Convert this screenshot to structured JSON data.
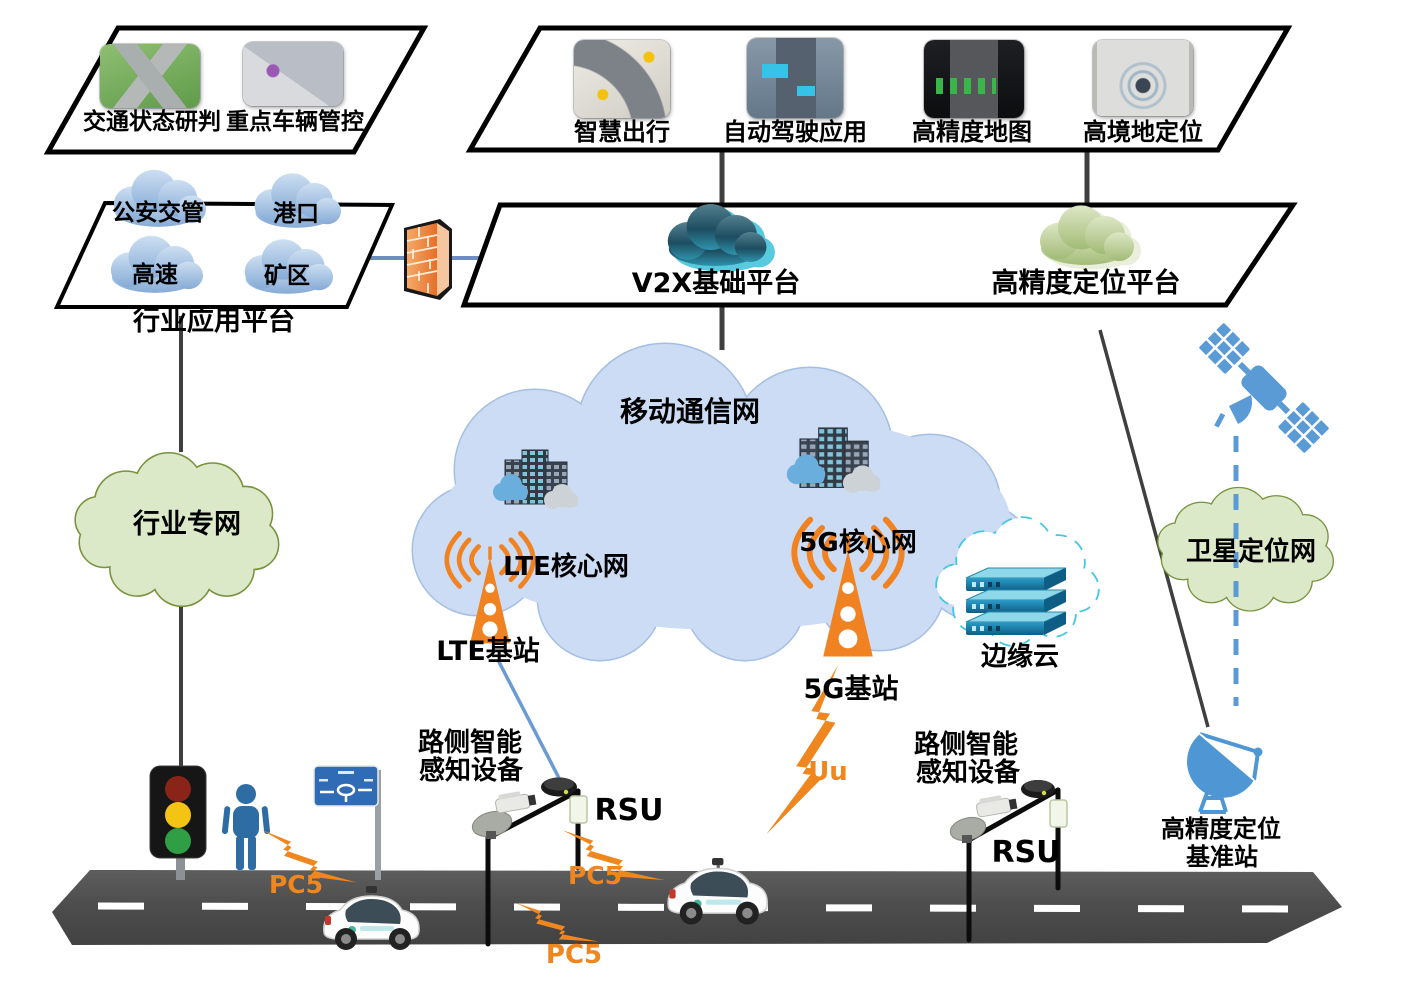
{
  "top_left_panel": {
    "items": [
      {
        "label": "交通状态研判"
      },
      {
        "label": "重点车辆管控"
      }
    ]
  },
  "top_right_panel": {
    "items": [
      {
        "label": "智慧出行"
      },
      {
        "label": "自动驾驶应用"
      },
      {
        "label": "高精度地图"
      },
      {
        "label": "高境地定位"
      }
    ]
  },
  "industry_panel": {
    "clouds": [
      {
        "label": "公安交管"
      },
      {
        "label": "港口"
      },
      {
        "label": "高速"
      },
      {
        "label": "矿区"
      }
    ],
    "label": "行业应用平台"
  },
  "platform_panel": {
    "v2x_label": "V2X基础平台",
    "positioning_label": "高精度定位平台"
  },
  "mobile_network": {
    "title": "移动通信网",
    "lte_core": "LTE核心网",
    "five_g_core": "5G核心网",
    "lte_station": "LTE基站",
    "five_g_station": "5G基站"
  },
  "edge_cloud": {
    "label": "边缘云"
  },
  "industry_network": {
    "label": "行业专网"
  },
  "satellite_network": {
    "label": "卫星定位网"
  },
  "gnss_base_station": {
    "line1": "高精度定位",
    "line2": "基准站"
  },
  "roadside_left": {
    "line1": "路侧智能",
    "line2": "感知设备",
    "rsu_label": "RSU"
  },
  "roadside_right": {
    "line1": "路侧智能",
    "line2": "感知设备",
    "rsu_label": "RSU"
  },
  "interfaces": {
    "pc5_person": "PC5",
    "pc5_rsu": "PC5",
    "pc5_v2v": "PC5",
    "uu": "Uu"
  },
  "colors": {
    "orange": "#f0861e",
    "icon_blue": "#5b9bd5",
    "link_blue": "#6d8fbf",
    "mobile_cloud_fill": "#cbdcf4",
    "green_cloud_fill": "#dce9c9",
    "green_cloud_stroke": "#77933c",
    "road_fill": "#4f4f4f"
  }
}
